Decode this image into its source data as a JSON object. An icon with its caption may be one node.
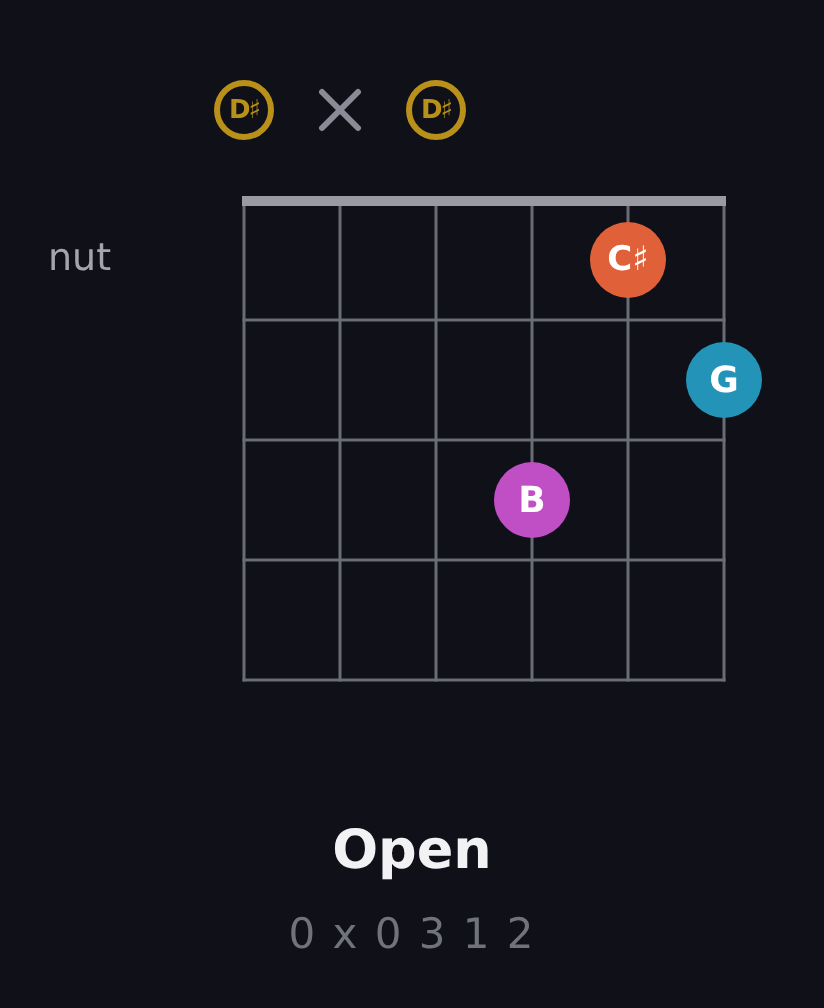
{
  "diagram": {
    "nodes": [
      {
        "text": [
          "D♯"
        ]
      },
      {
        "text": [
          "D♯"
        ]
      },
      {
        "text": [
          "C♯"
        ]
      },
      {
        "text": [
          "G"
        ]
      },
      {
        "text": [
          "B"
        ]
      }
    ],
    "labels": [
      "nut",
      "Open",
      "0 x 0 3 1 2"
    ]
  }
}
